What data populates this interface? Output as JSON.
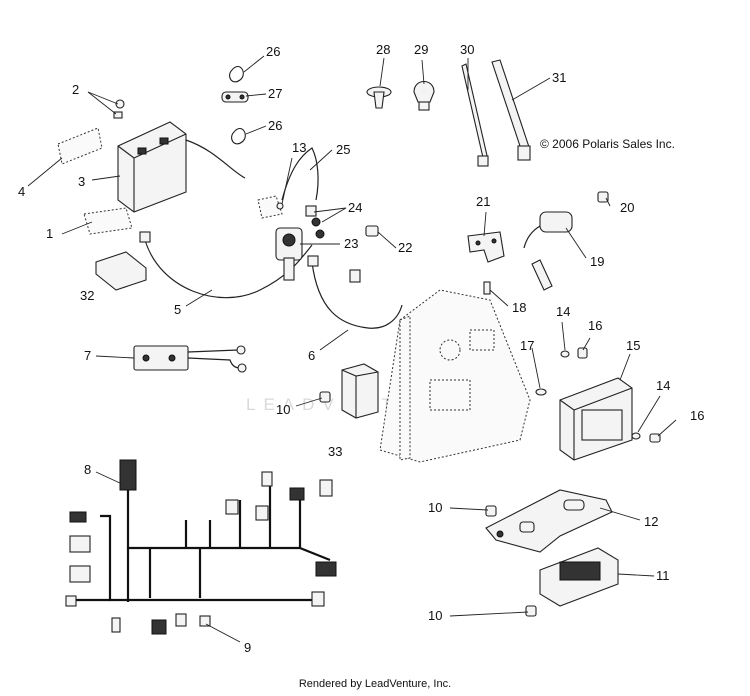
{
  "copyright": "© 2006 Polaris Sales Inc.",
  "footer": "Rendered by LeadVenture, Inc.",
  "watermark": "LEADVENTURE",
  "callouts": [
    "1",
    "2",
    "3",
    "4",
    "5",
    "6",
    "7",
    "8",
    "9",
    "10",
    "11",
    "12",
    "13",
    "14",
    "15",
    "16",
    "17",
    "18",
    "19",
    "20",
    "21",
    "22",
    "23",
    "24",
    "25",
    "26",
    "27",
    "28",
    "29",
    "30",
    "31",
    "32",
    "33"
  ]
}
